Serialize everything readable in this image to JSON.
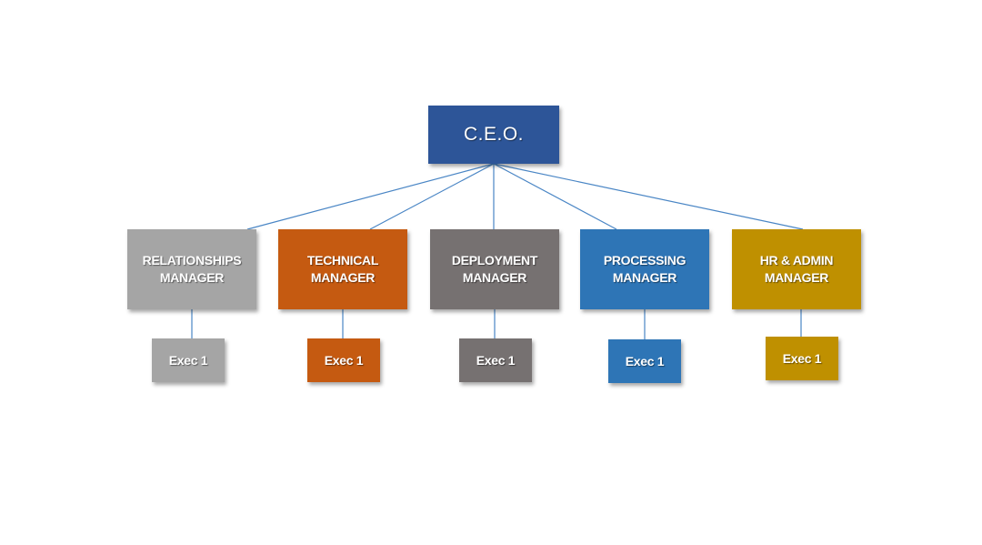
{
  "ceo": {
    "label": "C.E.O.",
    "color": "#2d5598"
  },
  "managers": [
    {
      "label": "RELATIONSHIPS\nMANAGER",
      "color": "#a5a5a5"
    },
    {
      "label": "TECHNICAL\nMANAGER",
      "color": "#c55a11"
    },
    {
      "label": "DEPLOYMENT\nMANAGER",
      "color": "#767171"
    },
    {
      "label": "PROCESSING\nMANAGER",
      "color": "#2e75b6"
    },
    {
      "label": "HR & ADMIN\nMANAGER",
      "color": "#bf9000"
    }
  ],
  "execs": [
    {
      "label": "Exec 1",
      "color": "#a5a5a5"
    },
    {
      "label": "Exec 1",
      "color": "#c55a11"
    },
    {
      "label": "Exec 1",
      "color": "#767171"
    },
    {
      "label": "Exec 1",
      "color": "#2e75b6"
    },
    {
      "label": "Exec 1",
      "color": "#bf9000"
    }
  ],
  "connector_color": "#4a86c5"
}
